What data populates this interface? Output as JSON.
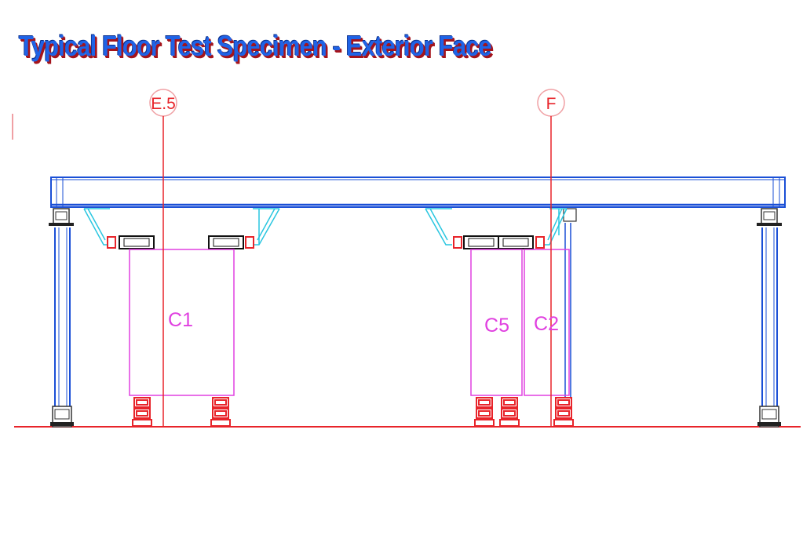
{
  "title": "Typical Floor Test Specimen - Exterior Face",
  "gridlines": [
    {
      "label": "E.5"
    },
    {
      "label": "F"
    }
  ],
  "columns": [
    {
      "label": "C1"
    },
    {
      "label": "C5"
    },
    {
      "label": "C2"
    }
  ],
  "colors": {
    "structure": "#1a4fd6",
    "grid": "#e8242a",
    "column_outline": "#e040e0",
    "brace": "#29c6e0",
    "title_fill": "#1f63e6",
    "title_shadow": "#a4141c"
  }
}
